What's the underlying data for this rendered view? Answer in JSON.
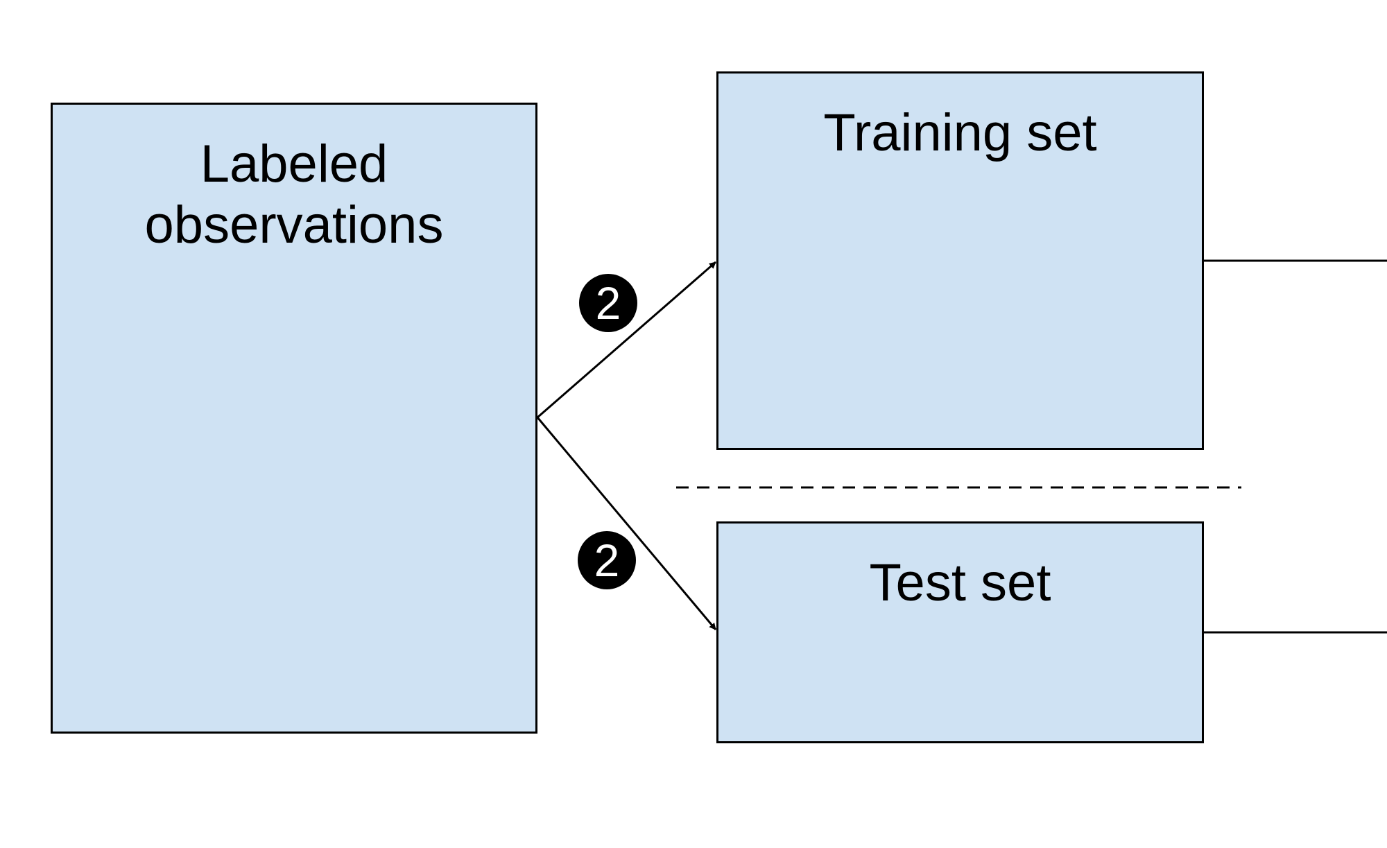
{
  "colors": {
    "box_fill": "#cfe2f3",
    "stroke": "#000000",
    "background": "#ffffff",
    "badge_fill": "#000000",
    "badge_text": "#ffffff"
  },
  "boxes": {
    "labeled": {
      "line1": "Labeled",
      "line2": "observations"
    },
    "training": {
      "label": "Training set"
    },
    "test": {
      "label": "Test set"
    }
  },
  "badges": {
    "upper": "2",
    "lower": "2"
  }
}
